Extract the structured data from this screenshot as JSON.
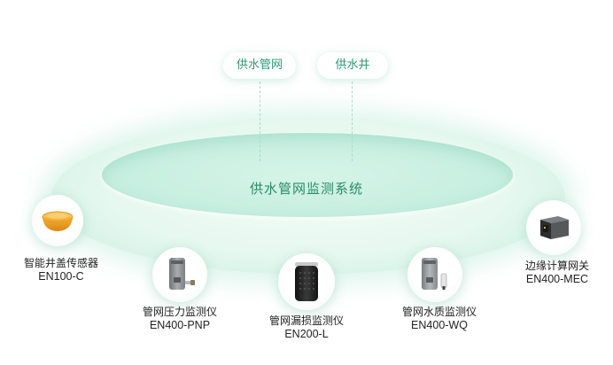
{
  "system": {
    "title": "供水管网监测系统"
  },
  "tags": [
    {
      "label": "供水管网"
    },
    {
      "label": "供水井"
    }
  ],
  "devices": [
    {
      "name": "智能井盖传感器",
      "model": "EN100-C",
      "icon": "manhole-sensor-icon"
    },
    {
      "name": "管网压力监测仪",
      "model": "EN400-PNP",
      "icon": "pressure-monitor-icon"
    },
    {
      "name": "管网漏损监测仪",
      "model": "EN200-L",
      "icon": "leak-monitor-icon"
    },
    {
      "name": "管网水质监测仪",
      "model": "EN400-WQ",
      "icon": "water-quality-monitor-icon"
    },
    {
      "name": "边缘计算网关",
      "model": "EN400-MEC",
      "icon": "edge-gateway-icon"
    }
  ],
  "colors": {
    "accent": "#2a9a72",
    "ring": "#c8efe1"
  }
}
